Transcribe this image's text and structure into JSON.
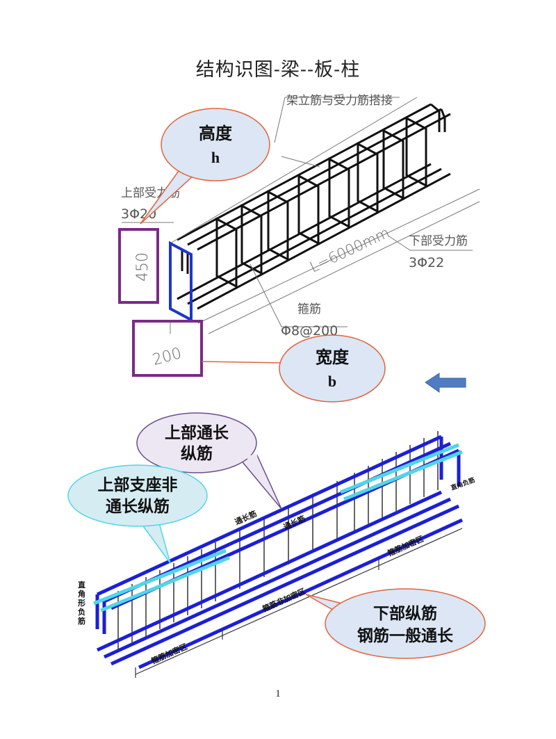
{
  "document": {
    "title": "结构识图-梁--板-柱",
    "page_number": "1"
  },
  "figure1": {
    "notes": {
      "lap_note": "架立筋与受力筋搭接",
      "top_bar_name": "上部受力筋",
      "top_bar_spec": "3Φ20",
      "length": "L=6000mm",
      "bottom_bar_name": "下部受力筋",
      "bottom_bar_spec": "3Φ22",
      "stirrup_name": "箍筋",
      "stirrup_spec": "Φ8@200"
    },
    "dimensions": {
      "height_value": "450",
      "width_value": "200"
    },
    "callouts": {
      "height_line1": "高度",
      "height_line2": "h",
      "width_line1": "宽度",
      "width_line2": "b"
    },
    "colors": {
      "frame_purple": "#7a2b86",
      "beam_blue": "#1f35c9",
      "bubble_fill": "#dce6f4",
      "bubble_stroke": "#e0643c",
      "arrow_blue": "#4f7cc2"
    }
  },
  "figure2": {
    "callouts": {
      "top_through_line1": "上部通长",
      "top_through_line2": "纵筋",
      "support_line1": "上部支座非",
      "support_line2": "通长纵筋",
      "bottom_line1": "下部纵筋",
      "bottom_line2": "钢筋一般通长"
    },
    "labels": {
      "through_bar_1": "通长筋",
      "through_bar_2": "通长筋",
      "dense_zone_right": "箍筋加密区",
      "non_dense_zone": "箍筋非加密区",
      "dense_zone_left": "箍筋加密区",
      "right_angle_negative_bar": "直角形负筋",
      "right_end_note": "直角负筋"
    },
    "colors": {
      "rebar_blue": "#1c1fd6",
      "support_cyan": "#4fd6e6",
      "callout_cyan_fill": "#d6ecf3",
      "callout_purple_fill": "#ede6f3"
    }
  }
}
